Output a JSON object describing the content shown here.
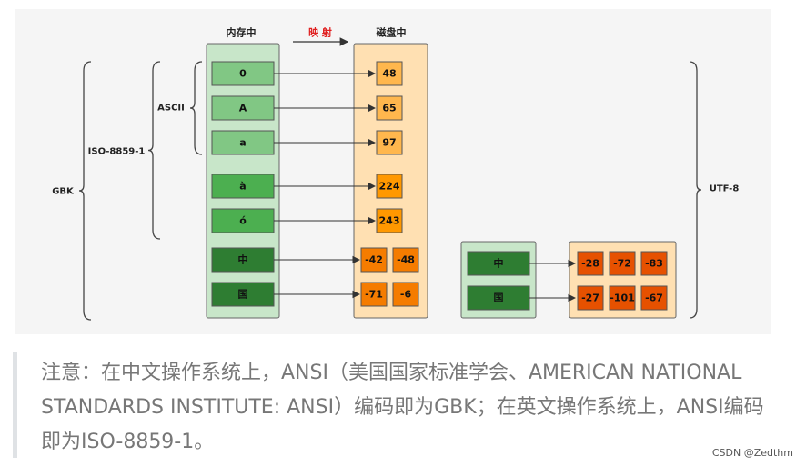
{
  "diagram": {
    "headers": {
      "memory": "内存中",
      "mapping": "映 射",
      "disk": "磁盘中"
    },
    "colors": {
      "mapping_label": "#e02020",
      "background": "#f5f5f5"
    },
    "left_rows": [
      {
        "char": "0",
        "bytes": [
          "48"
        ]
      },
      {
        "char": "A",
        "bytes": [
          "65"
        ]
      },
      {
        "char": "a",
        "bytes": [
          "97"
        ]
      },
      {
        "char": "à",
        "bytes": [
          "224"
        ]
      },
      {
        "char": "ó",
        "bytes": [
          "243"
        ]
      },
      {
        "char": "中",
        "bytes": [
          "-42",
          "-48"
        ]
      },
      {
        "char": "国",
        "bytes": [
          "-71",
          "-6"
        ]
      }
    ],
    "right_rows": [
      {
        "char": "中",
        "bytes": [
          "-28",
          "-72",
          "-83"
        ]
      },
      {
        "char": "国",
        "bytes": [
          "-27",
          "-101",
          "-67"
        ]
      }
    ],
    "brackets": {
      "gbk": "GBK",
      "iso": "ISO-8859-1",
      "ascii": "ASCII",
      "utf8": "UTF-8"
    }
  },
  "note": {
    "text": "注意：在中文操作系统上，ANSI（美国国家标准学会、AMERICAN NATIONAL STANDARDS INSTITUTE: ANSI）编码即为GBK；在英文操作系统上，ANSI编码即为ISO-8859-1。"
  },
  "watermark": "CSDN @Zedthm"
}
